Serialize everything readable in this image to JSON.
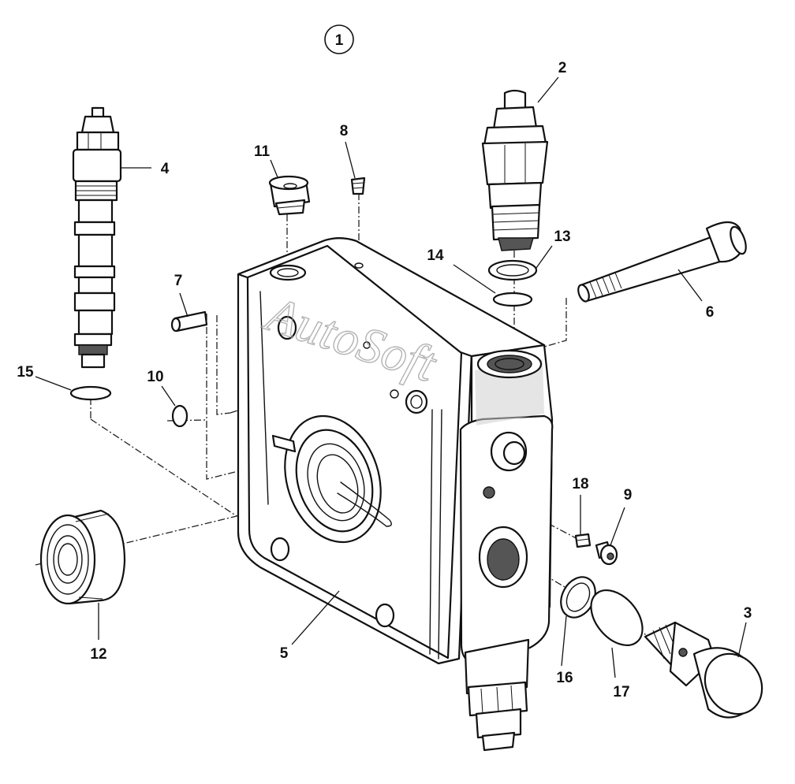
{
  "figure_number": "1",
  "watermark": "AutoSoft",
  "callouts": {
    "c2": "2",
    "c3": "3",
    "c4": "4",
    "c5": "5",
    "c6": "6",
    "c7": "7",
    "c8": "8",
    "c9": "9",
    "c10": "10",
    "c11": "11",
    "c12": "12",
    "c13": "13",
    "c14": "14",
    "c15": "15",
    "c16": "16",
    "c17": "17",
    "c18": "18"
  }
}
